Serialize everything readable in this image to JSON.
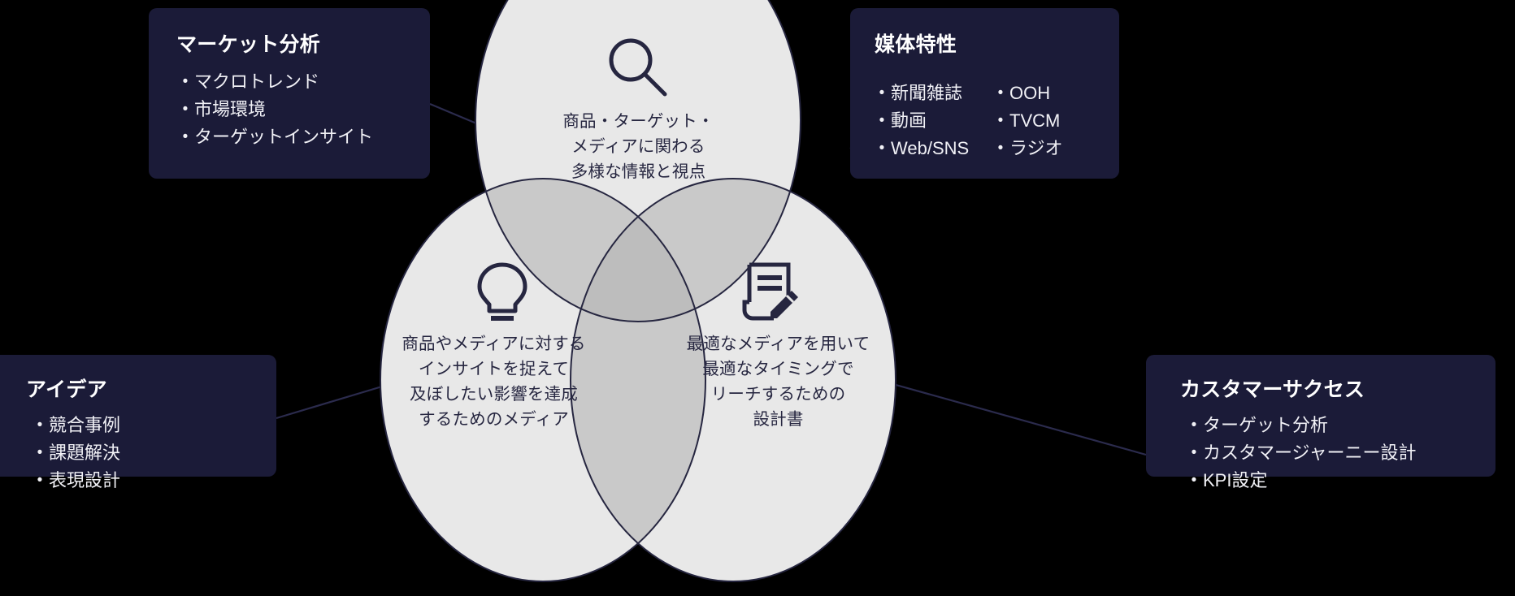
{
  "theme": {
    "background": "#000000",
    "card_bg": "#1b1b38",
    "card_text": "#ffffff",
    "circle_fill": "#e8e8e8",
    "circle_stroke": "#262640",
    "circle_text": "#262640",
    "connector_line": "#2b2b4d",
    "overlap_fill": "#c8c8c8"
  },
  "circles": {
    "top": {
      "icon": "search-icon",
      "lines": [
        "商品・ターゲット・",
        "メディアに関わる",
        "多様な情報と視点"
      ]
    },
    "left": {
      "icon": "lightbulb-icon",
      "lines": [
        "商品やメディアに対する",
        "インサイトを捉えて",
        "及ぼしたい影響を達成",
        "するためのメディア"
      ]
    },
    "right": {
      "icon": "document-pencil-icon",
      "lines": [
        "最適なメディアを用いて",
        "最適なタイミングで",
        "リーチするための",
        "設計書"
      ]
    }
  },
  "cards": {
    "market": {
      "title": "マーケット分析",
      "items": [
        "マクロトレンド",
        "市場環境",
        "ターゲットインサイト"
      ]
    },
    "media": {
      "title": "媒体特性",
      "items_col1": [
        "新聞雑誌",
        "動画",
        "Web/SNS"
      ],
      "items_col2": [
        "OOH",
        "TVCM",
        "ラジオ"
      ]
    },
    "idea": {
      "title": "アイデア",
      "items": [
        "競合事例",
        "課題解決",
        "表現設計"
      ]
    },
    "customer_success": {
      "title": "カスタマーサクセス",
      "items": [
        "ターゲット分析",
        "カスタマージャーニー設計",
        "KPI設定"
      ]
    }
  },
  "bullet_glyph": "•"
}
